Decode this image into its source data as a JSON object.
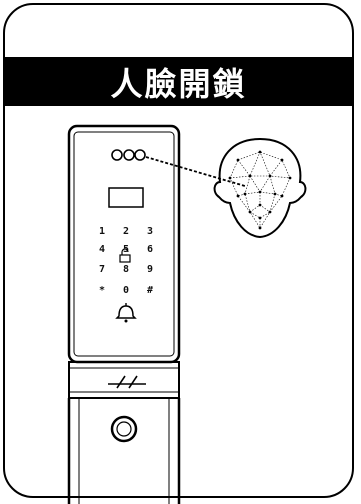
{
  "title": "人臉開鎖",
  "keypad": {
    "rows": [
      [
        "1",
        "2",
        "3"
      ],
      [
        "4",
        "5",
        "6"
      ],
      [
        "7",
        "8",
        "9"
      ],
      [
        "*",
        "0",
        "#"
      ]
    ]
  },
  "icons": [
    "camera-sensor-icon",
    "lock-icon",
    "bell-icon",
    "face-scan-icon",
    "fingerprint-sensor-icon",
    "handle-logo-icon"
  ],
  "colors": {
    "primary": "#000000",
    "background": "#ffffff"
  }
}
